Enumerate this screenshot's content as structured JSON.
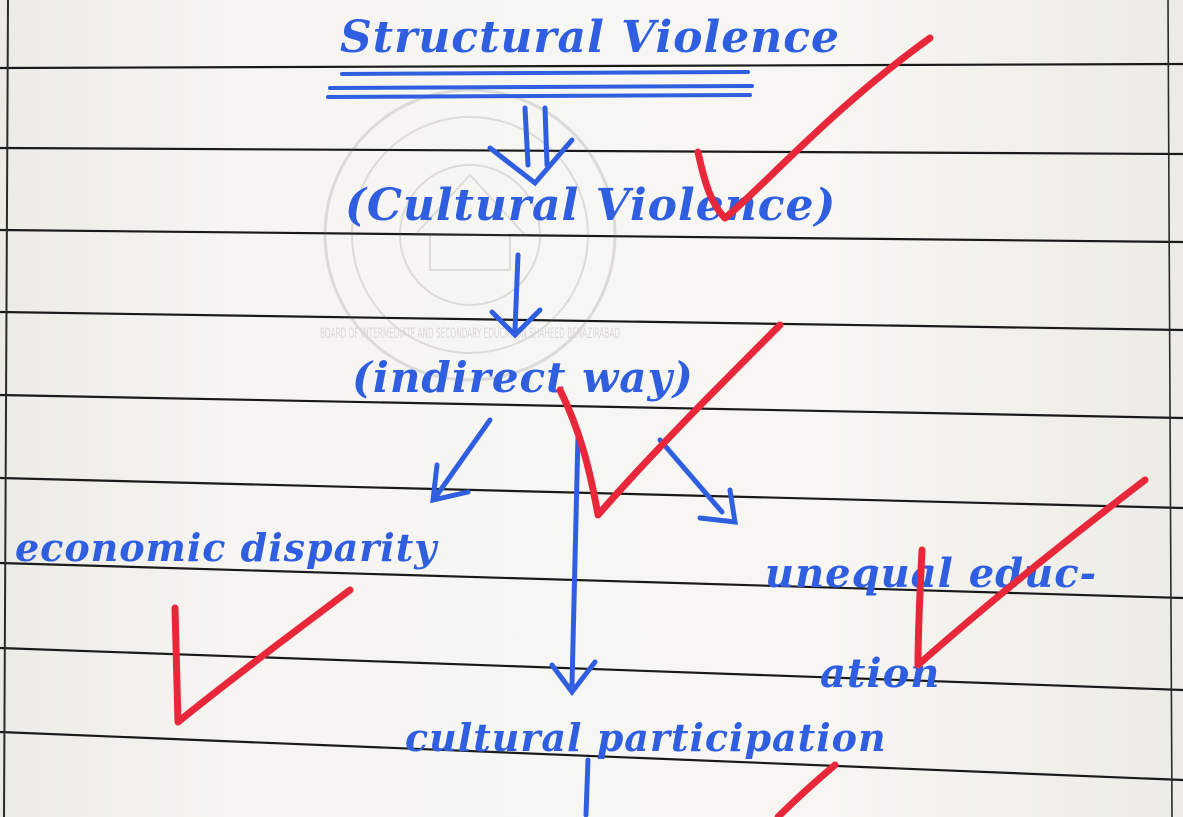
{
  "notes": {
    "title": "Structural Violence",
    "cultural": "(Cultural Violence)",
    "indirect": "(indirect way)",
    "economic": "economic disparity",
    "unequal_line1": "unequal educ-",
    "unequal_line2": "ation",
    "participation": "cultural participation"
  },
  "watermark": {
    "text": "BOARD OF INTERMEDIATE AND SECONDARY EDUCATION SHAHEED BENAZIRABAD"
  },
  "colors": {
    "ink": "#2f5fe0",
    "rule": "#1a1a1a",
    "tick": "#e8283a",
    "paper": "#f3f1ec"
  },
  "marks": {
    "tick_count": 5
  }
}
